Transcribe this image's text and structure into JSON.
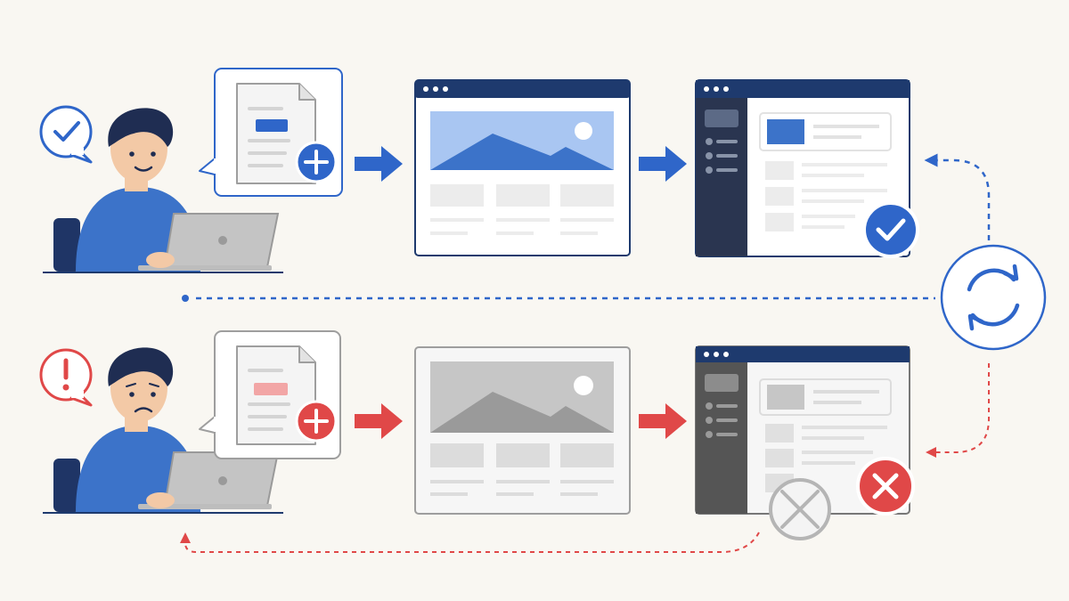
{
  "colors": {
    "background": "#f9f7f2",
    "primary_blue": "#2f66c9",
    "navy": "#1e3a6e",
    "error_red": "#e04848",
    "muted_gray": "#b5b5b5",
    "skin": "#f3c9a6",
    "laptop_gray": "#bdbdbd"
  },
  "flows": [
    {
      "id": "success",
      "status_icon": "check-icon",
      "mood": "smiling",
      "file_icon": "file-add-icon",
      "result_icon": "check-circle-icon"
    },
    {
      "id": "failure",
      "status_icon": "exclamation-icon",
      "mood": "worried",
      "file_icon": "file-add-icon",
      "result_icon": "x-circle-icon",
      "disabled_icon": "disabled-circle-icon"
    }
  ],
  "loop_icon": "sync-icon"
}
